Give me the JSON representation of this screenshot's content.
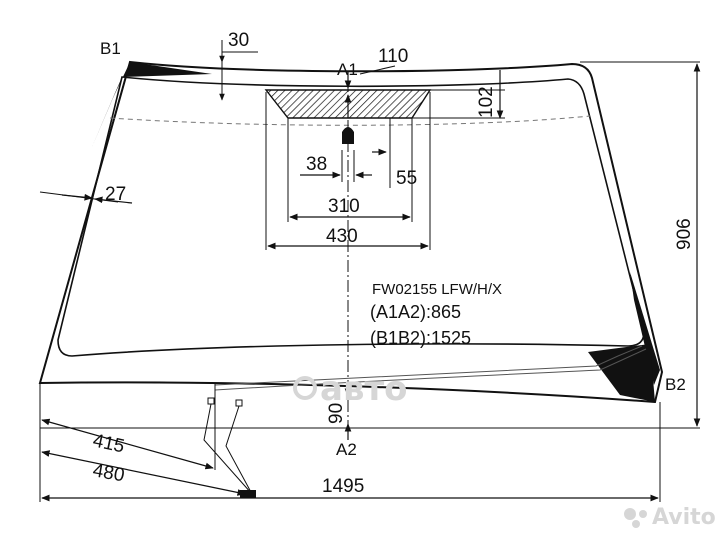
{
  "labels": {
    "b1": "B1",
    "b2": "B2",
    "a1": "A1",
    "a2": "A2"
  },
  "dimensions": {
    "d30": "30",
    "d110": "110",
    "d102": "102",
    "d27": "27",
    "d38": "38",
    "d55": "55",
    "d310": "310",
    "d430": "430",
    "d906": "906",
    "d90": "90",
    "d415": "415",
    "d480": "480",
    "d1495": "1495"
  },
  "spec": {
    "code": "FW02155 LFW/H/X",
    "a1a2": "(A1A2):865",
    "b1b2": "(B1B2):1525"
  },
  "watermarks": {
    "center": "авто",
    "corner": "Avito"
  },
  "colors": {
    "line": "#111111",
    "hatch_fill": "#d9d9d9",
    "corner_fill": "#111111",
    "watermark": "#d6d6d6"
  }
}
